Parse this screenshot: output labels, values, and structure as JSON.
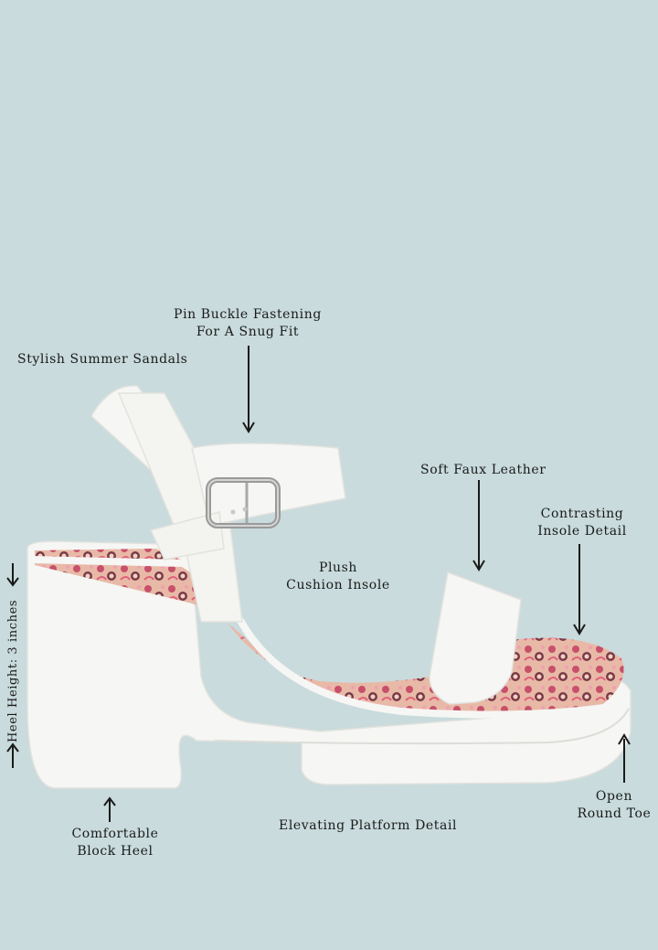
{
  "callouts": {
    "stylish": "Stylish Summer Sandals",
    "pin_buckle_line1": "Pin Buckle Fastening",
    "pin_buckle_line2": "For A Snug Fit",
    "soft_faux": "Soft Faux Leather",
    "contrasting_line1": "Contrasting",
    "contrasting_line2": "Insole Detail",
    "plush_line1": "Plush",
    "plush_line2": "Cushion Insole",
    "heel_height": "Heel Height: 3 inches",
    "open_toe_line1": "Open",
    "open_toe_line2": "Round Toe",
    "block_heel_line1": "Comfortable",
    "block_heel_line2": "Block Heel",
    "platform": "Elevating Platform Detail"
  },
  "colors": {
    "background": "#c9dbdc",
    "sandal": "#f6f6f4",
    "insole_print": "#d99aa0"
  },
  "icons": [
    "arrow-down-icon",
    "arrow-up-icon",
    "buckle-icon"
  ]
}
